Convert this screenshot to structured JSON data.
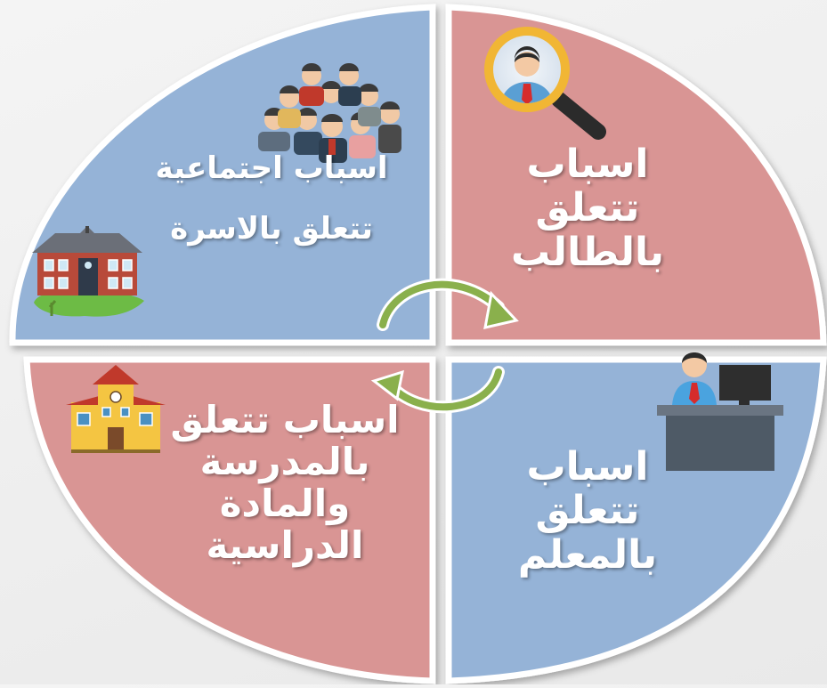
{
  "colors": {
    "blue_panel": "#95b3d7",
    "pink_panel": "#d99594",
    "border": "#ffffff",
    "arrow": "#8ab04c"
  },
  "quadrants": {
    "top_left": {
      "lines": [
        "اسباب اجتماعية",
        "تتعلق بالاسرة"
      ],
      "icons": [
        "people-group-icon",
        "house-icon"
      ]
    },
    "top_right": {
      "lines": [
        "اسباب",
        "تتعلق",
        "بالطالب"
      ],
      "icons": [
        "magnifier-student-icon"
      ]
    },
    "bottom_left": {
      "lines": [
        "اسباب تتعلق",
        "بالمدرسة",
        "والمادة",
        "الدراسية"
      ],
      "icons": [
        "school-building-icon"
      ]
    },
    "bottom_right": {
      "lines": [
        "اسباب",
        "تتعلق",
        "بالمعلم"
      ],
      "icons": [
        "teacher-desk-icon"
      ]
    }
  },
  "center": {
    "icons": [
      "cycle-arrows-icon"
    ]
  }
}
